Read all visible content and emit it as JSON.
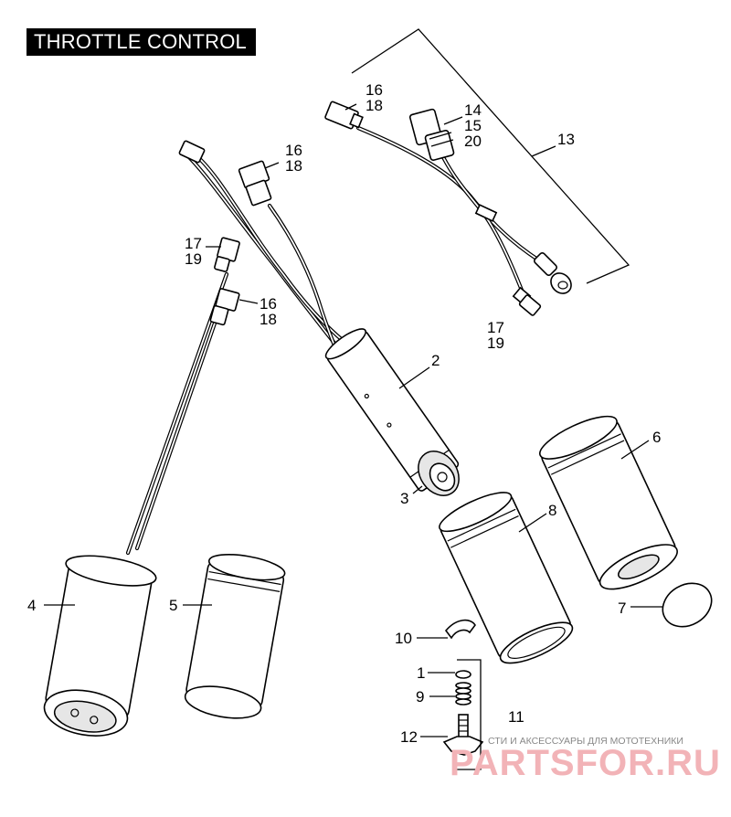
{
  "title": "THROTTLE CONTROL",
  "callouts": {
    "c1": "1",
    "c2": "2",
    "c3": "3",
    "c4": "4",
    "c5": "5",
    "c6": "6",
    "c7": "7",
    "c8": "8",
    "c9": "9",
    "c10": "10",
    "c11": "11",
    "c12": "12",
    "c13": "13",
    "c14": "14",
    "c15": "15",
    "c20": "20",
    "c16a": "16",
    "c18a": "18",
    "c16b": "16",
    "c18b": "18",
    "c16c": "16",
    "c18c": "18",
    "c17a": "17",
    "c19a": "19",
    "c17b": "17",
    "c19b": "19"
  },
  "watermark": {
    "tagline": "СТИ И АКСЕССУАРЫ ДЛЯ МОТОТЕХНИКИ",
    "logo": "PARTSFOR.RU"
  },
  "colors": {
    "watermark_logo": "#f2b3b7",
    "watermark_text": "#888888"
  }
}
